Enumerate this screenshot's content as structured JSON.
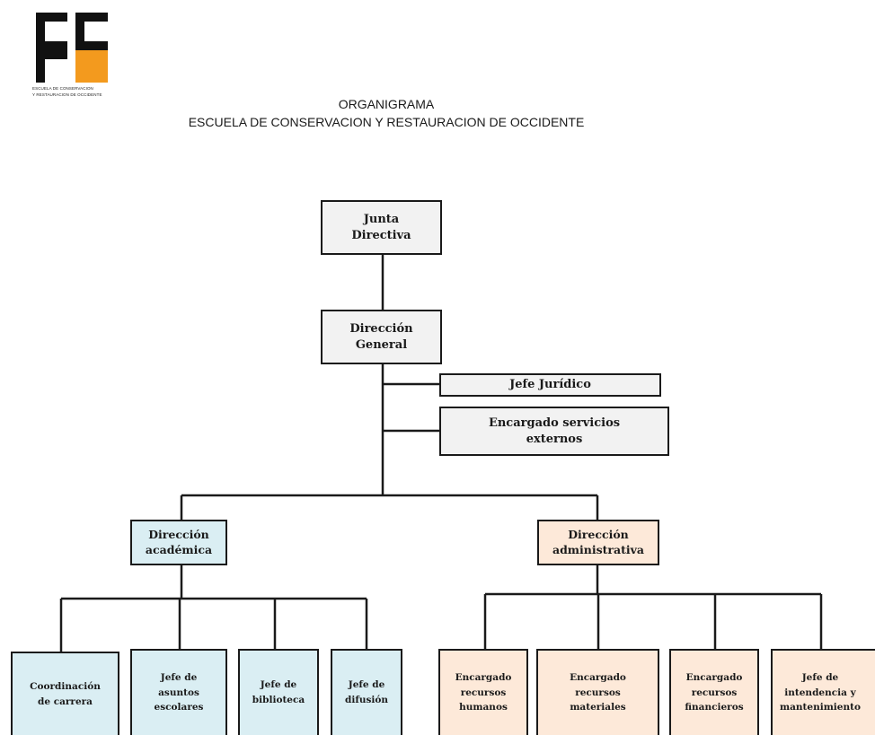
{
  "logo": {
    "name": "ECRO logo",
    "caption_line1": "ESCUELA DE CONSERVACION",
    "caption_line2": "Y RESTAURACION DE OCCIDENTE",
    "colors": {
      "dark": "#111111",
      "accent": "#f39a1e"
    }
  },
  "header": {
    "title": "ORGANIGRAMA",
    "subtitle": "ESCUELA DE CONSERVACION Y RESTAURACION DE OCCIDENTE"
  },
  "nodes": {
    "junta": "Junta\nDirectiva",
    "direccion_general": "Dirección\nGeneral",
    "jefe_juridico": "Jefe Jurídico",
    "servicios_externos": "Encargado servicios\nexternos",
    "direccion_academica": "Dirección\nacadémica",
    "direccion_administrativa": "Dirección\nadministrativa",
    "coordinacion": "Coordinación\nde carrera",
    "asuntos_escolares": "Jefe de\nasuntos\nescolares",
    "biblioteca": "Jefe de\nbiblioteca",
    "difusion": "Jefe de\ndifusión",
    "recursos_humanos": "Encargado\nrecursos\nhumanos",
    "recursos_materiales": "Encargado\nrecursos\nmateriales",
    "recursos_financieros": "Encargado\nrecursos\nfinancieros",
    "intendencia": "Jefe de\nintendencia y\nmantenimiento"
  },
  "colors": {
    "top_level": "#f2f2f2",
    "academic": "#daeef3",
    "administrative": "#fde9d9",
    "line": "#1a1a1a"
  }
}
